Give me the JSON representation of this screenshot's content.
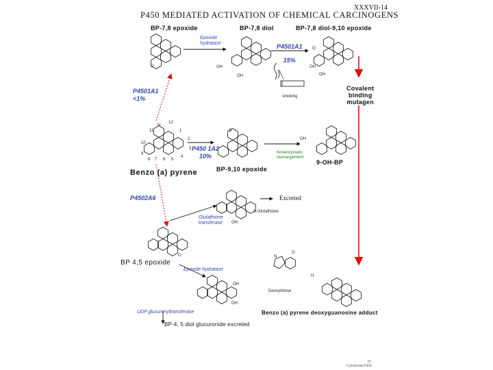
{
  "header": {
    "code": "XXXVII-14",
    "title": "P450 MEDIATED ACTIVATION OF CHEMICAL CARCINOGENS"
  },
  "top_row": {
    "epoxide_78": "BP-7,8 epoxide",
    "diol_78": "BP-7,8 diol",
    "diol_epoxide": "BP-7,8 diol-9,10 epoxide",
    "epoxide_hydratase": "Epoxide\nhydratase",
    "p4501a1_pct_top": "P4501A1\n15%"
  },
  "left_branch": {
    "enzyme": "P4501A1\n<1%"
  },
  "smoking_label": "smoking",
  "covalent": "Covalent\nbinding\nmutagen",
  "middle_row": {
    "bap": "Benzo (a) pyrene",
    "enzyme_mid": "P450 1A2\n10%",
    "epoxide_910": "BP-9,10 epoxide",
    "rearrange": "Nonenzymatic\nrearrangement",
    "oh_bp": "9-OH-BP"
  },
  "ring_numbers": [
    "12",
    "1",
    "2",
    "11",
    "3",
    "10",
    "4",
    "9",
    "5",
    "8",
    "7",
    "6"
  ],
  "lower_branch": {
    "enzyme_low": "P4502A6",
    "excreted": "Excreted",
    "glutathione": "Glutathione\ntransferase",
    "gs_label": "S-Glutathione",
    "epoxide_45": "BP 4,5 epoxide",
    "epoxide_hydratase_low": "Epoxide hydratase",
    "udp": "UDP glucuronyltransferase",
    "glucuronide": "BP-4, 5 diol glucuronide excreted"
  },
  "adduct": {
    "deoxyribose": "Deoxyribose",
    "label": "Benzo (a) pyrene deoxyguanosine adduct"
  },
  "atom_labels": {
    "O": "O",
    "OH": "OH",
    "H": "H",
    "N": "N"
  },
  "corner_note": "IV\nCytochrome P450",
  "colors": {
    "arrow": "#dd1111",
    "enzyme_blue": "#3344aa",
    "green_text": "#2a7a2a"
  }
}
